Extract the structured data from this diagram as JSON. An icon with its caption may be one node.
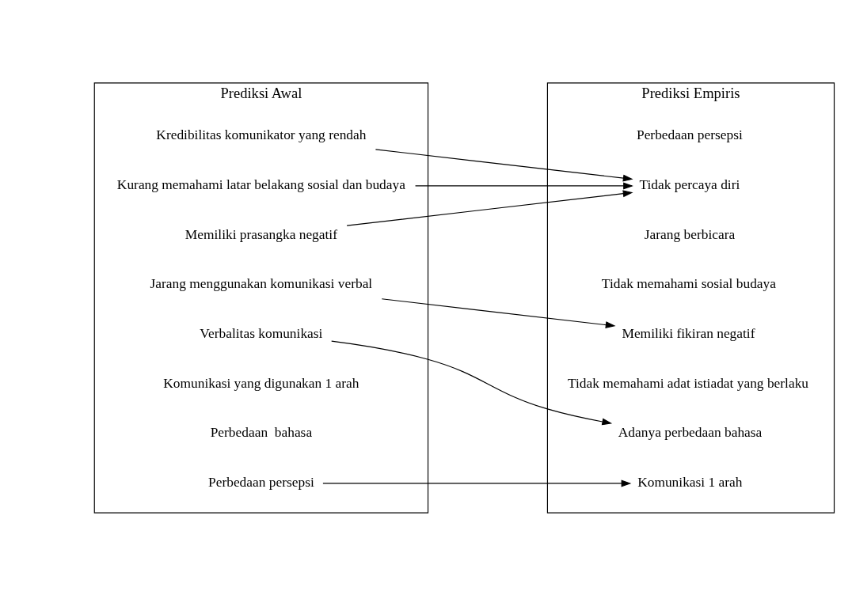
{
  "diagram": {
    "nodes": [
      {
        "text": [
          "Prediksi Awal"
        ]
      },
      {
        "text": [
          "Kredibilitas komunikator yang rendah"
        ],
        "in": 0
      },
      {
        "text": [
          "Kurang memahami latar belakang sosial dan budaya"
        ],
        "in": 0
      },
      {
        "text": [
          "Jarang menggunakan komunikasi verbal"
        ],
        "in": 0
      },
      {
        "text": [
          "Memiliki prasangka negatif"
        ],
        "in": 0
      },
      {
        "text": [
          "Verbalitas komunikasi"
        ],
        "in": 0
      },
      {
        "text": [
          "Komunikasi yang digunakan 1 arah"
        ],
        "in": 0
      },
      {
        "text": [
          "Perbedaan  bahasa"
        ],
        "in": 0
      },
      {
        "text": [
          "Perbedaan persepsi"
        ],
        "in": 0
      },
      {
        "text": [
          "Prediksi Empiris"
        ]
      },
      {
        "text": [
          "Tidak memahami adat istiadat yang berlaku"
        ],
        "in": 9
      },
      {
        "text": [
          "Adanya perbedaan bahasa"
        ],
        "in": 9
      },
      {
        "text": [
          "Komunikasi 1 arah"
        ],
        "in": 9
      },
      {
        "text": [
          "Perbedaan persepsi"
        ],
        "in": 9
      },
      {
        "text": [
          "Tidak percaya diri"
        ],
        "in": 9
      },
      {
        "text": [
          "Jarang berbicara"
        ],
        "in": 9
      },
      {
        "text": [
          "Tidak memahami sosial budaya"
        ],
        "in": 9
      },
      {
        "text": [
          "Memiliki fikiran negatif"
        ],
        "in": 9
      }
    ],
    "edges": [
      {
        "from": 1,
        "to": 14,
        "arrow": "to"
      },
      {
        "from": 2,
        "to": 14,
        "arrow": "to"
      },
      {
        "from": 3,
        "to": 17,
        "arrow": "to"
      },
      {
        "from": 4,
        "to": 14,
        "arrow": "to"
      },
      {
        "from": 5,
        "to": 11,
        "arrow": "to"
      },
      {
        "from": 8,
        "to": 12,
        "arrow": "to"
      }
    ]
  }
}
